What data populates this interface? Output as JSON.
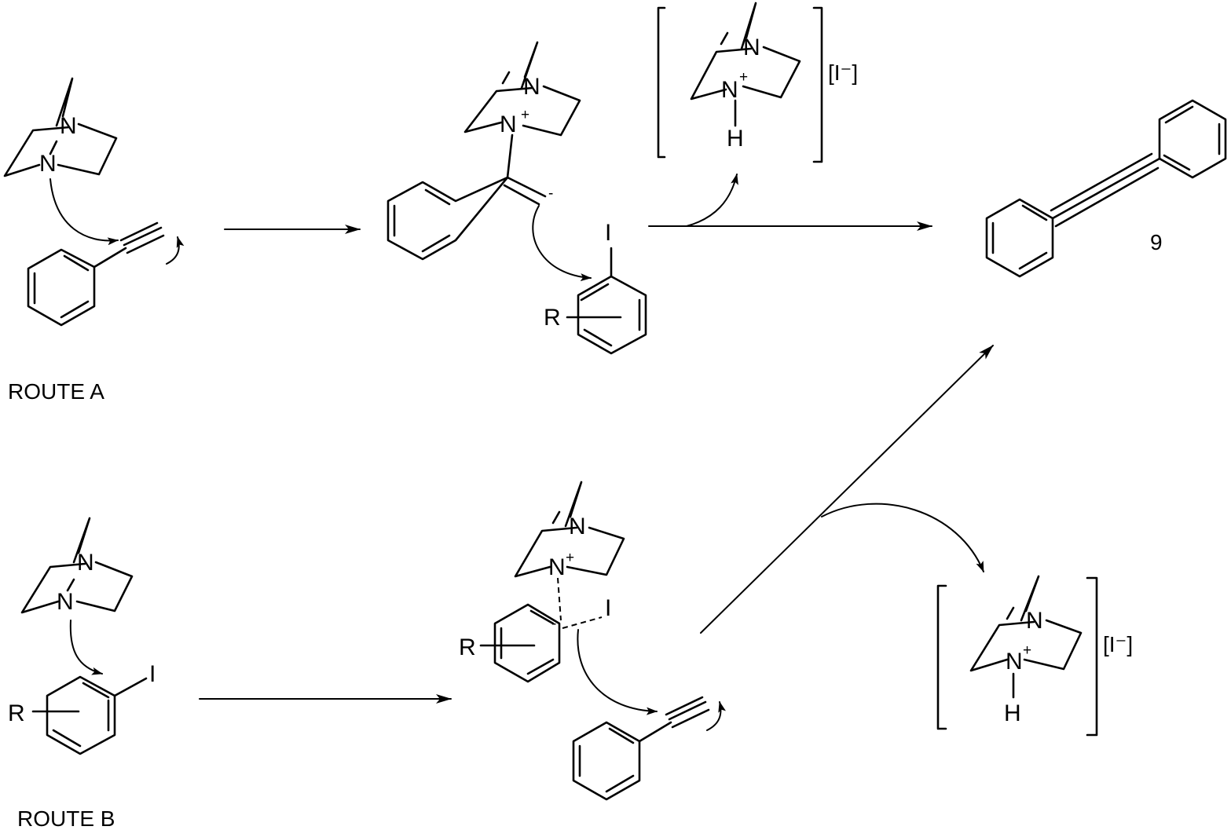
{
  "routes": {
    "a": "ROUTE A",
    "b": "ROUTE B"
  },
  "compound_number": "9",
  "atoms": {
    "nitrogen": "N",
    "hydrogen": "H",
    "iodine": "I",
    "substituent": "R",
    "counterion_bracket": "[I⁻]"
  },
  "charges": {
    "plus": "+",
    "minus": "-"
  }
}
